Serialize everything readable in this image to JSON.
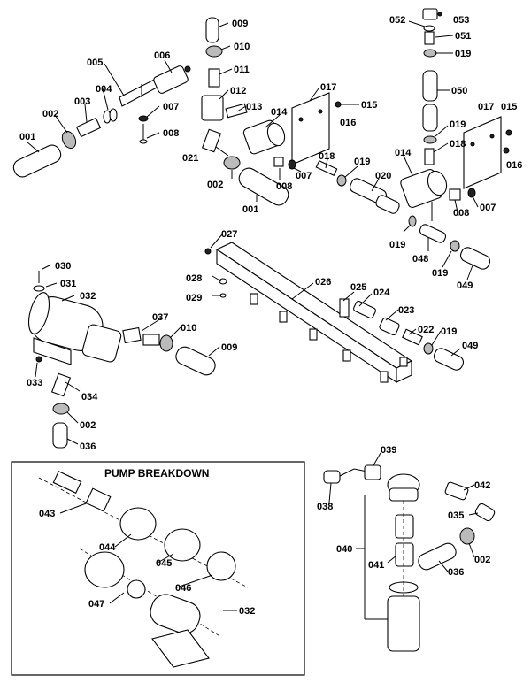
{
  "breakdown_title": "PUMP BREAKDOWN",
  "callouts": {
    "c001a": "001",
    "c002a": "002",
    "c003": "003",
    "c004": "004",
    "c005": "005",
    "c006": "006",
    "c007a": "007",
    "c008a": "008",
    "c009a": "009",
    "c010a": "010",
    "c011": "011",
    "c012": "012",
    "c013": "013",
    "c014a": "014",
    "c017a": "017",
    "c015a": "015",
    "c016a": "016",
    "c021": "021",
    "c002b": "002",
    "c001b": "001",
    "c008b": "008",
    "c007b": "007",
    "c018a": "018",
    "c019a": "019",
    "c020": "020",
    "c052": "052",
    "c053": "053",
    "c051": "051",
    "c019b": "019",
    "c050": "050",
    "c017b": "017",
    "c015b": "015",
    "c019c": "019",
    "c018b": "018",
    "c014b": "014",
    "c016b": "016",
    "c008c": "008",
    "c007c": "007",
    "c019d": "019",
    "c048": "048",
    "c019e": "019",
    "c049a": "049",
    "c027": "027",
    "c030": "030",
    "c031": "031",
    "c032a": "032",
    "c028": "028",
    "c029": "029",
    "c026": "026",
    "c025": "025",
    "c024": "024",
    "c023": "023",
    "c037": "037",
    "c010b": "010",
    "c009b": "009",
    "c022": "022",
    "c019f": "019",
    "c049b": "049",
    "c033": "033",
    "c034": "034",
    "c002c": "002",
    "c036a": "036",
    "c039": "039",
    "c038": "038",
    "c042": "042",
    "c035": "035",
    "c040": "040",
    "c041": "041",
    "c002d": "002",
    "c036b": "036",
    "c043": "043",
    "c044": "044",
    "c045": "045",
    "c046": "046",
    "c047": "047",
    "c032b": "032"
  }
}
